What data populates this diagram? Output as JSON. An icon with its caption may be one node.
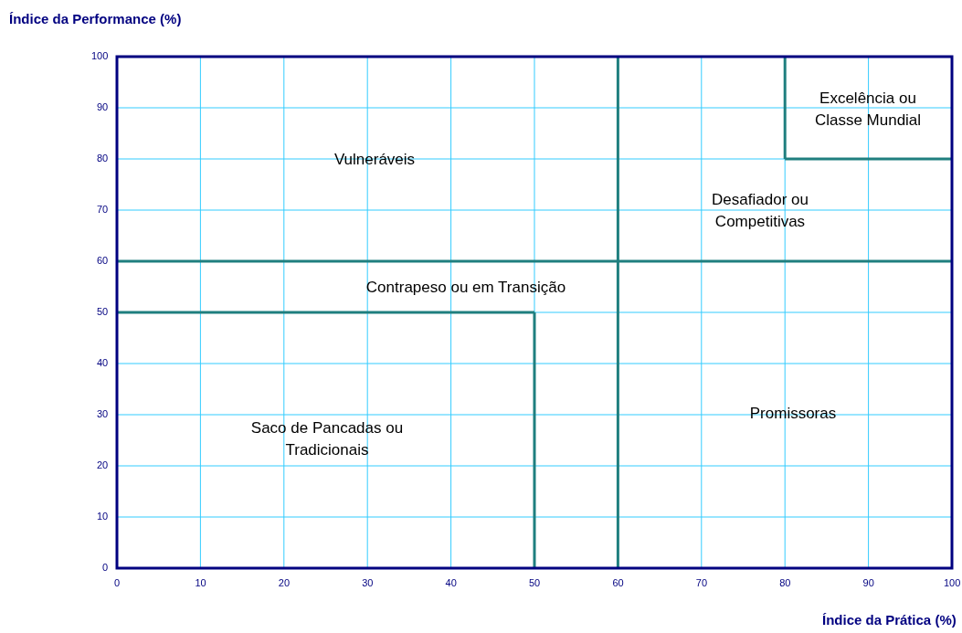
{
  "diagram": {
    "chart_data": {
      "type": "line",
      "xlabel": "Índice da Prática (%)",
      "ylabel": "Índice da Performance (%)",
      "xlim": [
        0,
        100
      ],
      "ylim": [
        0,
        100
      ],
      "xticks": [
        0,
        10,
        20,
        30,
        40,
        50,
        60,
        70,
        80,
        90,
        100
      ],
      "yticks": [
        0,
        10,
        20,
        30,
        40,
        50,
        60,
        70,
        80,
        90,
        100
      ],
      "grid": true,
      "annotations": [
        "Excelência ou Classe Mundial",
        "Vulneráveis",
        "Desafiador ou Competitivas",
        "Contrapeso ou em Transição",
        "Promissoras",
        "Saco de Pancadas ou Tradicionais"
      ]
    }
  }
}
